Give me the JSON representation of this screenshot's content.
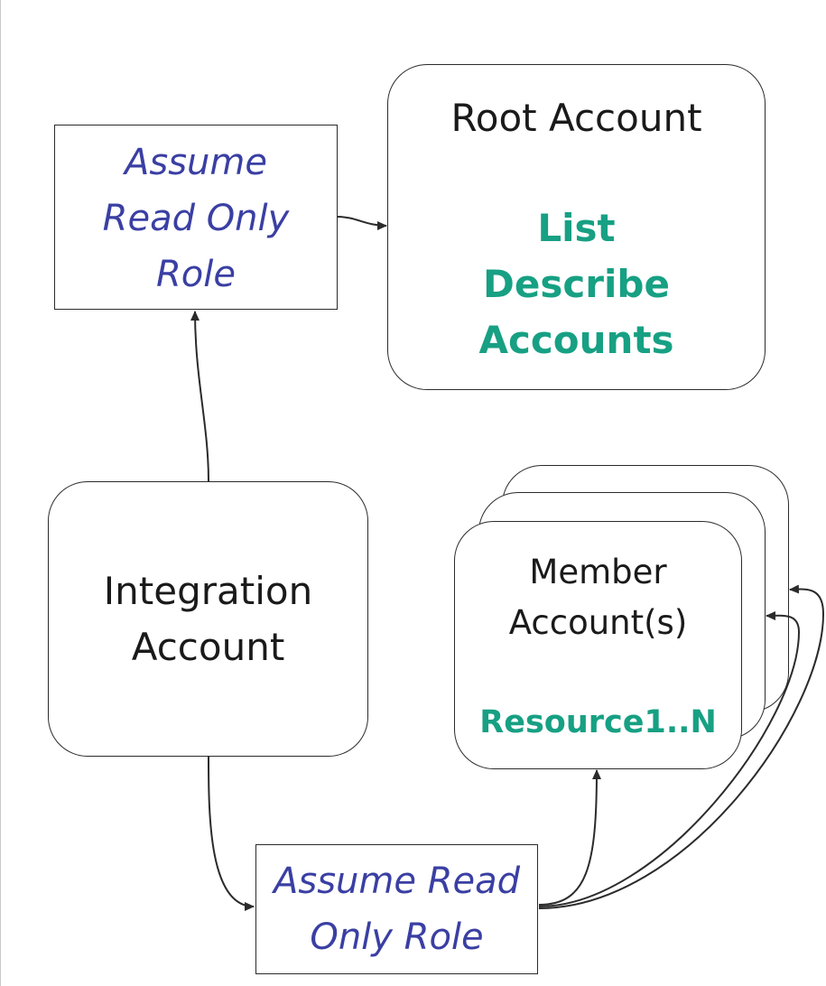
{
  "diagram": {
    "assume_role_top": {
      "lines": [
        "Assume",
        "Read Only",
        "Role"
      ]
    },
    "root_account": {
      "title": "Root Account",
      "actions": [
        "List",
        "Describe",
        "Accounts"
      ]
    },
    "integration_account": {
      "lines": [
        "Integration",
        "Account"
      ]
    },
    "member_accounts": {
      "title_lines": [
        "Member",
        "Account(s)"
      ],
      "resource": "Resource1..N"
    },
    "assume_role_bottom": {
      "lines": [
        "Assume Read",
        "Only Role"
      ]
    }
  },
  "colors": {
    "role_text": "#3a3fa3",
    "action_text": "#17a083",
    "border": "#2b2b2b"
  }
}
